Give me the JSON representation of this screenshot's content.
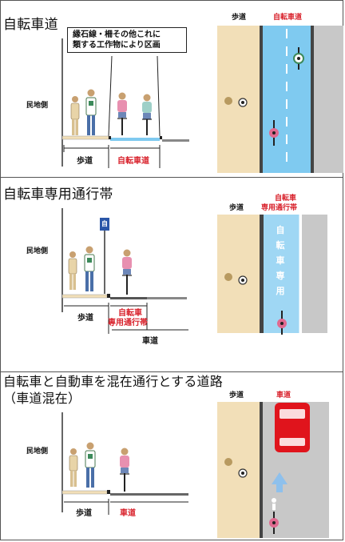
{
  "panels": [
    {
      "title": "自転車道",
      "side_label": "民地側",
      "callout_line1": "縁石線・柵その他これに",
      "callout_line2": "類する工作物により区画",
      "section_labels": {
        "sidewalk": "歩道",
        "bike": "自転車道"
      },
      "plan_labels": {
        "sidewalk": "歩道",
        "bike": "自転車道"
      }
    },
    {
      "title": "自転車専用通行帯",
      "side_label": "民地側",
      "sign_glyph": "自",
      "section_labels": {
        "sidewalk": "歩道",
        "bike_line1": "自転車",
        "bike_line2": "専用通行帯",
        "road": "車道"
      },
      "plan_labels": {
        "sidewalk": "歩道",
        "bike_line1": "自転車",
        "bike_line2": "専用通行帯"
      },
      "lane_marking": [
        "自",
        "転",
        "車",
        "専",
        "用"
      ]
    },
    {
      "title_line1": "自転車と自動車を混在通行とする道路",
      "title_line2": "（車道混在）",
      "side_label": "民地側",
      "section_labels": {
        "sidewalk": "歩道",
        "road": "車道"
      },
      "plan_labels": {
        "sidewalk": "歩道",
        "road": "車道"
      }
    }
  ],
  "colors": {
    "sidewalk": "#f2dfb8",
    "bike_lane": "#7fcaf0",
    "bike_lane_light": "#9fd7f4",
    "road": "#c8c8c8",
    "curb": "#222222",
    "label_red": "#d8202a",
    "car_red": "#e0141c"
  }
}
